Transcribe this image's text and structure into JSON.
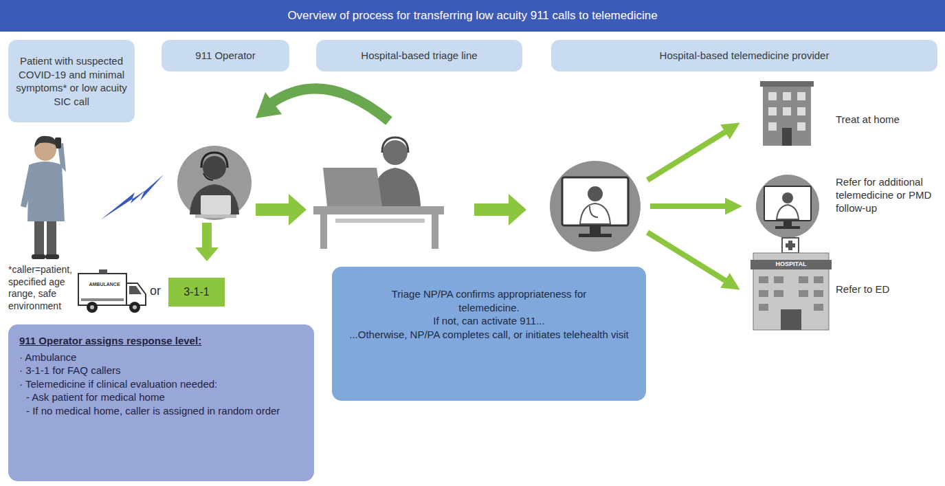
{
  "diagram": {
    "title": "Overview of process for transferring low acuity 911 calls to telemedicine",
    "nodes": [
      {
        "text": [
          "Patient with suspected COVID-19 and minimal symptoms* or low acuity SIC call"
        ]
      },
      {
        "text": [
          "911 Operator"
        ]
      },
      {
        "text": [
          "Hospital-based triage line"
        ]
      },
      {
        "text": [
          "Hospital-based telemedicine provider"
        ]
      },
      {
        "text": [
          "3-1-1"
        ]
      },
      {
        "text": [
          "Triage NP/PA confirms appropriateness for telemedicine.",
          "If not, can activate 911...",
          "...Otherwise, NP/PA completes call, or initiates telehealth visit"
        ]
      },
      {
        "text": [
          "911 Operator assigns response level:",
          "· Ambulance",
          "· 3-1-1 for FAQ callers",
          "· Telemedicine if clinical evaluation needed:",
          "- Ask patient for medical home",
          "- If no medical home, caller is assigned in random order"
        ]
      }
    ],
    "labels": [
      "*caller=patient, specified age range, safe environment",
      "AMBULANCE",
      "or",
      "Treat at home",
      "Refer for additional telemedicine or PMD follow-up",
      "HOSPITAL",
      "Refer to ED"
    ]
  }
}
